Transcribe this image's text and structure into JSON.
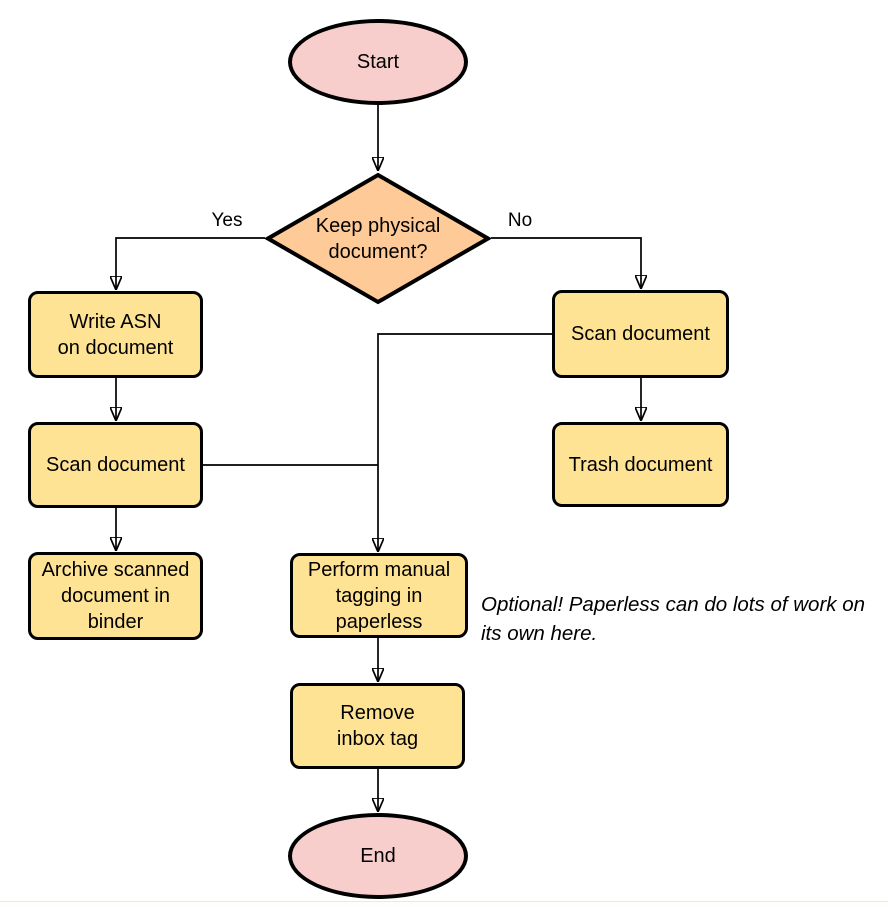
{
  "colors": {
    "terminal_fill": "#f8cecc",
    "decision_fill": "#fecb98",
    "process_fill": "#ffe395",
    "stroke": "#000000",
    "background": "#ffffff"
  },
  "nodes": {
    "start": {
      "label": "Start",
      "shape": "ellipse"
    },
    "decision": {
      "label": "Keep physical\ndocument?",
      "shape": "diamond"
    },
    "write_asn": {
      "label": "Write ASN\non document",
      "shape": "process"
    },
    "scan_left": {
      "label": "Scan document",
      "shape": "process"
    },
    "archive": {
      "label": "Archive scanned\ndocument in\nbinder",
      "shape": "process"
    },
    "scan_right": {
      "label": "Scan document",
      "shape": "process"
    },
    "trash": {
      "label": "Trash document",
      "shape": "process"
    },
    "tagging": {
      "label": "Perform manual\ntagging in\npaperless",
      "shape": "process"
    },
    "remove_inbox": {
      "label": "Remove\ninbox tag",
      "shape": "process"
    },
    "end": {
      "label": "End",
      "shape": "ellipse"
    }
  },
  "edge_labels": {
    "yes": "Yes",
    "no": "No"
  },
  "note": {
    "text": "Optional! Paperless can do lots of work on\nits own here."
  }
}
